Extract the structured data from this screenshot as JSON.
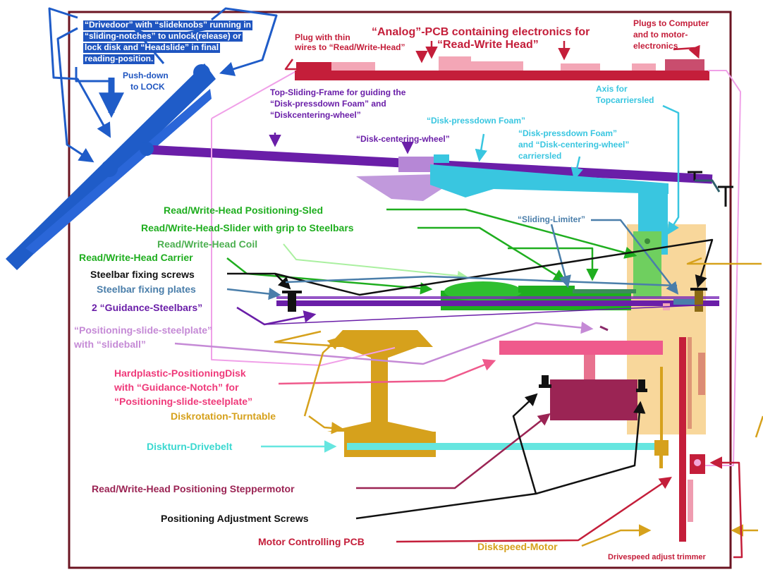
{
  "labels": {
    "drivedoor_1": "“Drivedoor” with “slideknobs” running in",
    "drivedoor_2": "“sliding-notches” to unlock(release) or",
    "drivedoor_3": "lock disk and “Headslide” in final",
    "drivedoor_4": "reading-position.",
    "push_down_1": "Push-down",
    "push_down_2": "to LOCK",
    "plug_thin_1": "Plug with thin",
    "plug_thin_2": "wires to “Read/Write-Head”",
    "analog_pcb_1": "“Analog”-PCB containing electronics for",
    "analog_pcb_2": "“Read-Write Head”",
    "plugs_computer_1": "Plugs to Computer",
    "plugs_computer_2": "and to motor-",
    "plugs_computer_3": "electronics",
    "top_frame_1": "Top-Sliding-Frame for guiding the",
    "top_frame_2": "“Disk-pressdown  Foam” and",
    "top_frame_3": "“Diskcentering-wheel”",
    "axis_1": "Axis for",
    "axis_2": "Topcarriersled",
    "foam": "“Disk-pressdown  Foam”",
    "centering_wheel": "“Disk-centering-wheel”",
    "carriersled_1": "“Disk-pressdown  Foam”",
    "carriersled_2": "and “Disk-centering-wheel”",
    "carriersled_3": "carriersled",
    "positioning_sled": "Read/Write-Head Positioning-Sled",
    "slider": "Read/Write-Head-Slider with grip to Steelbars",
    "coil": "Read/Write-Head Coil",
    "carrier": "Read/Write-Head Carrier",
    "sliding_limiter": "“Sliding-Limiter”",
    "fixing_screws": "Steelbar fixing screws",
    "fixing_plates": "Steelbar fixing plates",
    "guidance_steelbars": "2 “Guidance-Steelbars”",
    "slide_steelplate_1": "“Positioning-slide-steelplate”",
    "slide_steelplate_2": "with “slideball”",
    "hardplastic_1": "Hardplastic-PositioningDisk",
    "hardplastic_2": "with “Guidance-Notch” for",
    "hardplastic_3": "“Positioning-slide-steelplate”",
    "turntable": "Diskrotation-Turntable",
    "drivebelt": "Diskturn-Drivebelt",
    "steppermotor": "Read/Write-Head Positioning Steppermotor",
    "adjustment_screws": "Positioning Adjustment Screws",
    "motor_pcb": "Motor Controlling PCB",
    "diskspeed_motor": "Diskspeed-Motor",
    "trimmer": "Drivespeed adjust trimmer"
  },
  "colors": {
    "frame": "#6b1422",
    "pcb": "#c41e3a",
    "door": "#1f5cc8",
    "door_text": "#1f55c0",
    "purple": "#6a1ea8",
    "cyan": "#39c6e0",
    "green": "#1fae1f",
    "lightgreen": "#6fcf5f",
    "darkgreen": "#2e8b2e",
    "steelblue": "#4a7eaa",
    "black": "#111111",
    "pink_lilac": "#c58ad6",
    "magenta": "#e83c7e",
    "gold": "#d6a11c",
    "aqua": "#66e6e0",
    "maroon": "#9b2454",
    "orange_panel": "#f6c979"
  }
}
